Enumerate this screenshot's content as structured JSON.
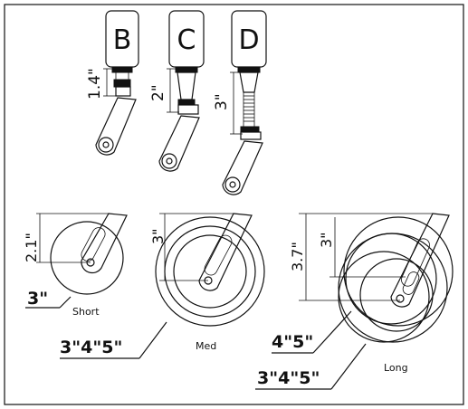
{
  "title_note": "",
  "adapters": [
    {
      "letter": "B",
      "height_label": "1.4\""
    },
    {
      "letter": "C",
      "height_label": "2\""
    },
    {
      "letter": "D",
      "height_label": "3\""
    }
  ],
  "wheels": {
    "short": {
      "name": "Short",
      "size_label": "3\"",
      "height_label": "2.1\""
    },
    "med": {
      "name": "Med",
      "size_label": "3\"4\"5\"",
      "height_label": "3\""
    },
    "long": {
      "name": "Long",
      "size_label_upper": "4\"5\"",
      "size_label_lower": "3\"4\"5\"",
      "height_label_outer": "3.7\"",
      "height_label_inner": "3\""
    }
  }
}
